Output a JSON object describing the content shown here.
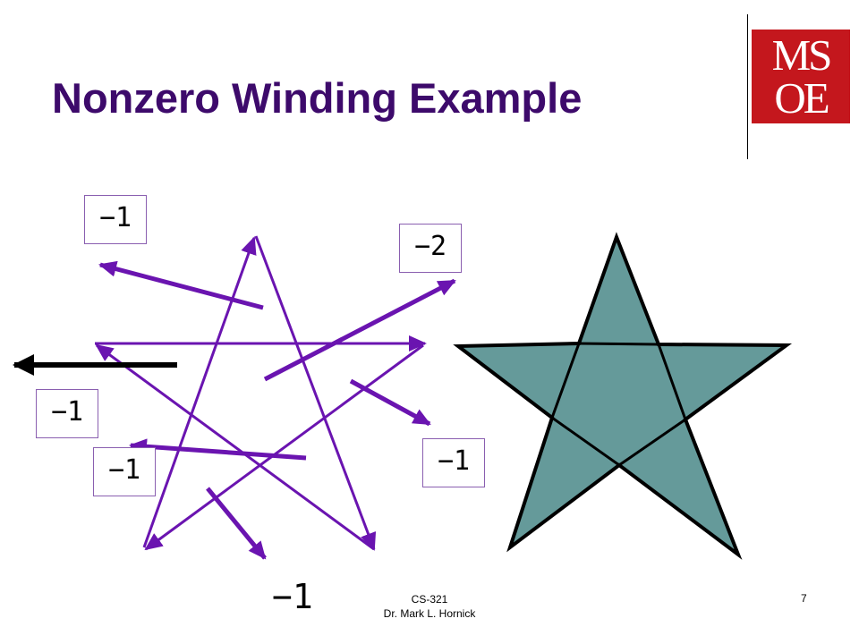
{
  "slide": {
    "title": "Nonzero Winding Example",
    "logo": {
      "line1": "MS",
      "line2": "OE",
      "color": "#c4171d"
    },
    "winding_labels": {
      "top_left": "−1",
      "top_right": "−2",
      "left": "−1",
      "lower_left": "−1",
      "right": "−1",
      "bottom": "−1"
    },
    "footer": {
      "course": "CS-321",
      "author": "Dr. Mark L. Hornick"
    },
    "page_number": "7",
    "colors": {
      "title": "#3d0a6b",
      "star_stroke": "#6a14b0",
      "star_fill": "#659a9a",
      "ray_left": "#000000"
    }
  }
}
